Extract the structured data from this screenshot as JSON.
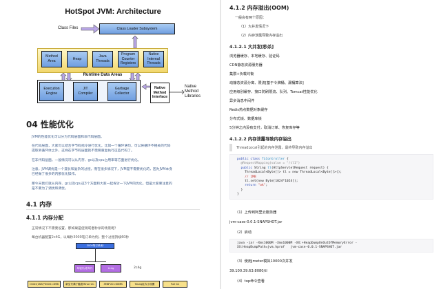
{
  "diagram": {
    "title": "HotSpot JVM: Architecture",
    "class_files_label": "Class Files",
    "class_loader": "Class Loader Subsystem",
    "areas": [
      "Method\nArea",
      "Heap",
      "Java\nThreads",
      "Program\nCounter\nRegisters",
      "Native\nInternal\nThreads"
    ],
    "runtime_data_areas": "Runtime Data Areas",
    "execution_engine": "Execution\nEngine",
    "jit": "JIT\nCompiler",
    "gc": "Garbage\nCollector",
    "native_interface": "Native\nMethod\nInterface",
    "native_libraries": "Native\nMethod\nLibraries",
    "colors": {
      "box_blue": "#8db4ea",
      "runtime_yellow": "#f5df85",
      "arrow_purple": "#b9a7e8"
    }
  },
  "left": {
    "chapter": "04 性能优化",
    "paragraphs": [
      "JVM的性能优化可以分为代码层面和非代码层面。",
      "在代码层面，大家可以结合字节码指令进行优化，比如一个循环语句，可以将循环不相关的代码\n提取到循环体之外，这样在字节码层面就不需要重复执行这些代码了。",
      "在非代码层面，一般情况可以从内存、gc以及cpu占用率等方面进行优化。",
      "注意，JVM调优是一个漫长和复杂的过程，而在很多情况下，JVM是不需要优化的，因为JVM本身\n已经做了很多的内部优化操作。",
      "那今天我们就从内存、gc以及cpu这3个方面和大家一起探讨一下JVM的优化，但是大家要注意的\n是不要为了调优和调优。"
    ],
    "sec_4_1": "4.1 内存",
    "sec_4_1_1": "4.1.1 内存分配",
    "mem_p1": "正常情况下不需要设置，那如果是促销或者秒杀的场景呢？",
    "mem_p2": "每台机器配置2c4G，以每秒3000笔订单为例，整个过程持续60秒",
    "small_diagram": {
      "top_box": "3000笔订单/秒",
      "left_box": "年轻代/老年代",
      "mid_box": "2c4g",
      "right_label": "2c4g",
      "bottom_boxes": [
        "Order(1KB)*3000=3MB",
        "新生代满了触发Minor GC",
        "3MB*20=60MB",
        "Young区大小设置",
        "Full GC"
      ]
    }
  },
  "right": {
    "h_4_1_2": "4.1.2 内存溢出(OOM)",
    "oom_intro": "一般会有两个原因：",
    "oom_reasons": [
      "（1）大并发情况下",
      "（2）内存泄露导致内存溢出"
    ],
    "h_4_1_2_1": "4.1.2.1 大并发[秒杀]",
    "flash_items": [
      "浏览器缓存、本地缓存、验证码",
      "CDN静态资源服务器",
      "集群+负载均衡",
      "动静态资源分离、限流[基于令牌桶、漏桶算法]",
      "应用级别缓存、接口防刷限流、队列、Tomcat性能优化",
      "异步消息中间件",
      "Redis热点数据对象缓存",
      "分布式锁、数据库锁",
      "5分钟之内没有支付，取消订单、恢复库存等"
    ],
    "h_4_1_2_2": "4.1.2.2 内存泄露导致内存溢出",
    "leak_quote": "ThreadLocal引起的内存泄露，最终导致内存溢出",
    "code_lines": [
      "public class TLController {",
      "  @RequestMapping(value = \"/tl1\")",
      "  public String tl(HttpServletRequest request) {",
      "    ThreadLocal<Byte[]> tl = new ThreadLocal<Byte[]>();",
      "    // 1MB",
      "    tl.set(new Byte[1024*1024]);",
      "    return \"ok\";",
      "  }",
      "}"
    ],
    "step1": "（1）上传到阿里云服务器",
    "step1_val": "jvm-case-0.0.1-SNAPSHOT.jar",
    "step2": "（2）启动",
    "cmd_lines": [
      "java -jar -Xms1000M -Xmx1000M -XX:+HeapDumpOnOutOfMemoryError -",
      "XX:HeapDumpPath=jvm.hprof   jvm-case-0.0.1-SNAPSHOT.jar"
    ],
    "step3": "（3）使用jmeter模拟10000次并发",
    "step3_val": "39.100.39.63:8080/tl",
    "step4": "（4）top命令查看"
  }
}
